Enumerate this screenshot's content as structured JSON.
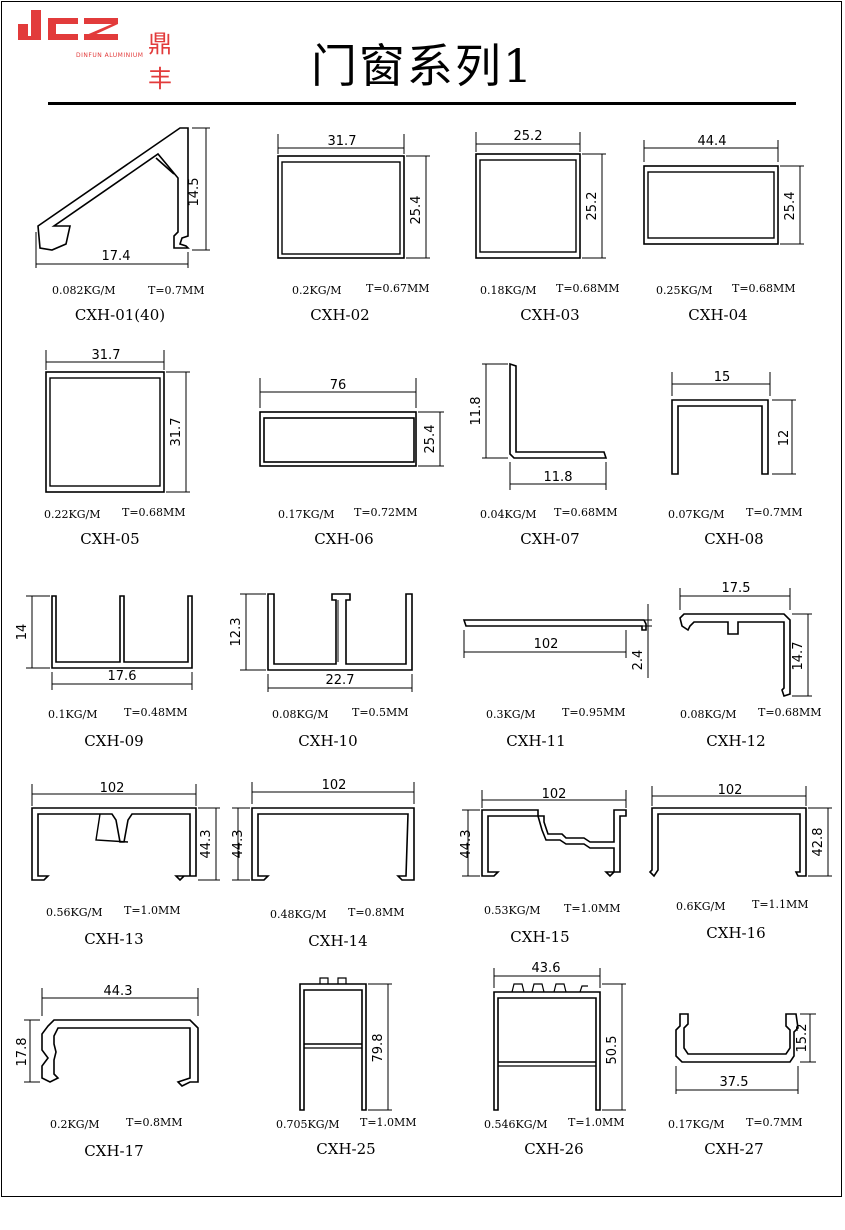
{
  "header": {
    "logo_letters": "dcz",
    "logo_cn": "鼎丰",
    "logo_en": "DINFUN ALUMINIUM",
    "title": "门窗系列1"
  },
  "colors": {
    "brand": "#e23b3b",
    "ink": "#000000"
  },
  "profiles": [
    {
      "code": "CXH-01(40)",
      "weight": "0.082KG/M",
      "thickness": "T=0.7MM",
      "dims": [
        "14.5",
        "17.4"
      ]
    },
    {
      "code": "CXH-02",
      "weight": "0.2KG/M",
      "thickness": "T=0.67MM",
      "dims": [
        "31.7",
        "25.4"
      ]
    },
    {
      "code": "CXH-03",
      "weight": "0.18KG/M",
      "thickness": "T=0.68MM",
      "dims": [
        "25.2",
        "25.2"
      ]
    },
    {
      "code": "CXH-04",
      "weight": "0.25KG/M",
      "thickness": "T=0.68MM",
      "dims": [
        "44.4",
        "25.4"
      ]
    },
    {
      "code": "CXH-05",
      "weight": "0.22KG/M",
      "thickness": "T=0.68MM",
      "dims": [
        "31.7",
        "31.7"
      ]
    },
    {
      "code": "CXH-06",
      "weight": "0.17KG/M",
      "thickness": "T=0.72MM",
      "dims": [
        "76",
        "25.4"
      ]
    },
    {
      "code": "CXH-07",
      "weight": "0.04KG/M",
      "thickness": "T=0.68MM",
      "dims": [
        "11.8",
        "11.8"
      ]
    },
    {
      "code": "CXH-08",
      "weight": "0.07KG/M",
      "thickness": "T=0.7MM",
      "dims": [
        "15",
        "12"
      ]
    },
    {
      "code": "CXH-09",
      "weight": "0.1KG/M",
      "thickness": "T=0.48MM",
      "dims": [
        "14",
        "17.6"
      ]
    },
    {
      "code": "CXH-10",
      "weight": "0.08KG/M",
      "thickness": "T=0.5MM",
      "dims": [
        "12.3",
        "22.7"
      ]
    },
    {
      "code": "CXH-11",
      "weight": "0.3KG/M",
      "thickness": "T=0.95MM",
      "dims": [
        "102",
        "2.4"
      ]
    },
    {
      "code": "CXH-12",
      "weight": "0.08KG/M",
      "thickness": "T=0.68MM",
      "dims": [
        "17.5",
        "14.7"
      ]
    },
    {
      "code": "CXH-13",
      "weight": "0.56KG/M",
      "thickness": "T=1.0MM",
      "dims": [
        "102",
        "44.3"
      ]
    },
    {
      "code": "CXH-14",
      "weight": "0.48KG/M",
      "thickness": "T=0.8MM",
      "dims": [
        "102",
        "44.3"
      ]
    },
    {
      "code": "CXH-15",
      "weight": "0.53KG/M",
      "thickness": "T=1.0MM",
      "dims": [
        "102",
        "44.3"
      ]
    },
    {
      "code": "CXH-16",
      "weight": "0.6KG/M",
      "thickness": "T=1.1MM",
      "dims": [
        "102",
        "42.8"
      ]
    },
    {
      "code": "CXH-17",
      "weight": "0.2KG/M",
      "thickness": "T=0.8MM",
      "dims": [
        "44.3",
        "17.8"
      ]
    },
    {
      "code": "CXH-25",
      "weight": "0.705KG/M",
      "thickness": "T=1.0MM",
      "dims": [
        "79.8"
      ]
    },
    {
      "code": "CXH-26",
      "weight": "0.546KG/M",
      "thickness": "T=1.0MM",
      "dims": [
        "43.6",
        "50.5"
      ]
    },
    {
      "code": "CXH-27",
      "weight": "0.17KG/M",
      "thickness": "T=0.7MM",
      "dims": [
        "15.2",
        "37.5"
      ]
    }
  ]
}
